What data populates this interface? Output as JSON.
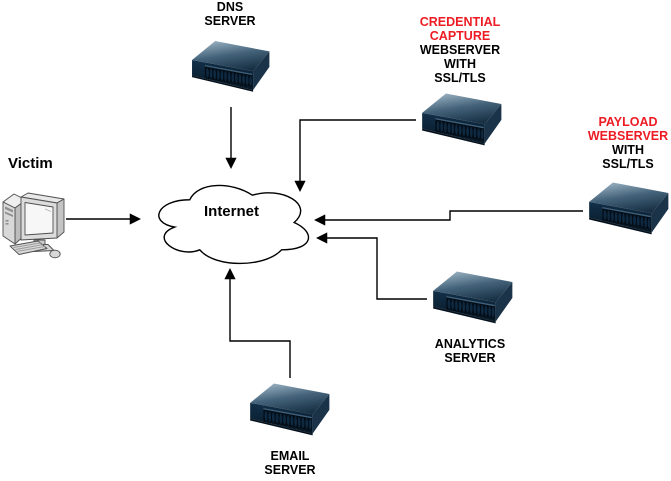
{
  "colors": {
    "highlight_text": "#ED1C24",
    "body_text": "#000000",
    "connector": "#000000",
    "background": "#FFFFFF"
  },
  "nodes": {
    "victim": {
      "label": "Victim",
      "icon": "desktop-computer-icon"
    },
    "internet": {
      "label": "Internet",
      "icon": "cloud-icon"
    },
    "dns_server": {
      "lines": [
        "DNS",
        "SERVER"
      ],
      "icon": "rack-server-icon"
    },
    "credential_webserver": {
      "highlight_lines": [
        "CREDENTIAL",
        "CAPTURE"
      ],
      "lines": [
        "WEBSERVER",
        "WITH",
        "SSL/TLS"
      ],
      "icon": "rack-server-icon"
    },
    "payload_webserver": {
      "highlight_lines": [
        "PAYLOAD",
        "WEBSERVER"
      ],
      "lines": [
        "WITH",
        "SSL/TLS"
      ],
      "icon": "rack-server-icon"
    },
    "analytics_server": {
      "lines": [
        "ANALYTICS",
        "SERVER"
      ],
      "icon": "rack-server-icon"
    },
    "email_server": {
      "lines": [
        "EMAIL",
        "SERVER"
      ],
      "icon": "rack-server-icon"
    }
  },
  "edges": [
    {
      "from": "victim",
      "to": "internet"
    },
    {
      "from": "dns_server",
      "to": "internet"
    },
    {
      "from": "credential_webserver",
      "to": "internet"
    },
    {
      "from": "payload_webserver",
      "to": "internet"
    },
    {
      "from": "analytics_server",
      "to": "internet"
    },
    {
      "from": "email_server",
      "to": "internet"
    }
  ]
}
